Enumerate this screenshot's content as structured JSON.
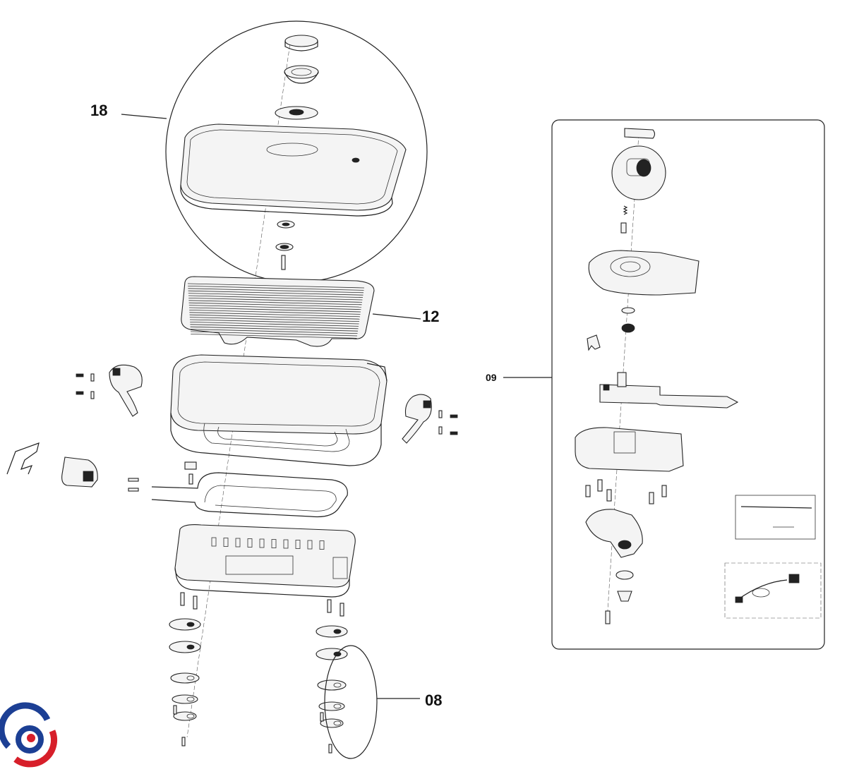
{
  "callouts": {
    "lid": "18",
    "grill_plate": "12",
    "control_unit": "09",
    "feet": "08"
  },
  "colors": {
    "logo_blue": "#1c3f94",
    "logo_red": "#d71f2a"
  }
}
